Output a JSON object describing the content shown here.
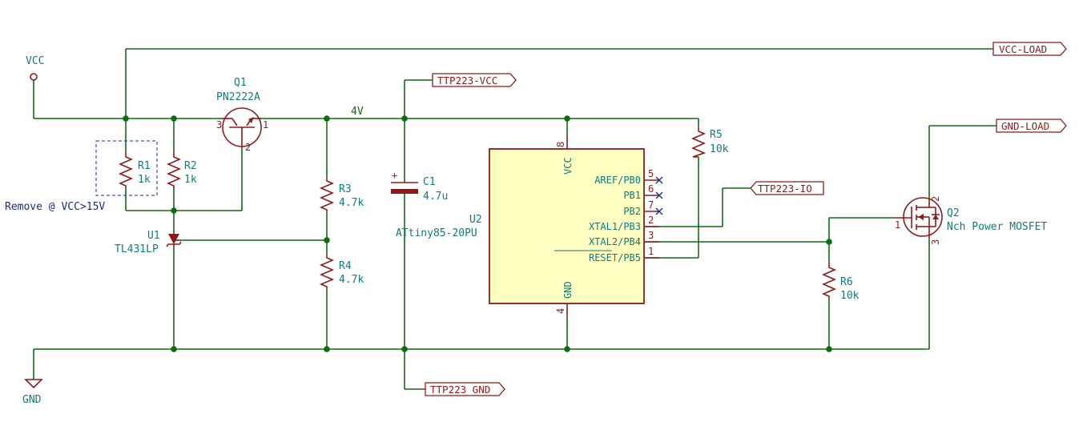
{
  "power": {
    "vcc": "VCC",
    "gnd": "GND"
  },
  "global_labels": {
    "vcc_load": "VCC-LOAD",
    "gnd_load": "GND-LOAD",
    "ttp_vcc": "TTP223-VCC",
    "ttp_io": "TTP223-IO",
    "ttp_gnd": "TTP223_GND"
  },
  "net_label_4v": "4V",
  "note": "Remove @ VCC>15V",
  "components": {
    "q1": {
      "ref": "Q1",
      "value": "PN2222A",
      "pin_c": "3",
      "pin_e": "1",
      "pin_b": "2"
    },
    "r1": {
      "ref": "R1",
      "value": "1k"
    },
    "r2": {
      "ref": "R2",
      "value": "1k"
    },
    "r3": {
      "ref": "R3",
      "value": "4.7k"
    },
    "r4": {
      "ref": "R4",
      "value": "4.7k"
    },
    "r5": {
      "ref": "R5",
      "value": "10k"
    },
    "r6": {
      "ref": "R6",
      "value": "10k"
    },
    "c1": {
      "ref": "C1",
      "value": "4.7u",
      "polarity": "+"
    },
    "u1": {
      "ref": "U1",
      "value": "TL431LP"
    },
    "u2": {
      "ref": "U2",
      "value": "ATtiny85-20PU",
      "vcc_pin_name": "VCC",
      "vcc_pin_num": "8",
      "gnd_pin_name": "GND",
      "gnd_pin_num": "4",
      "pins": [
        {
          "name": "AREF/PB0",
          "num": "5"
        },
        {
          "name": "PB1",
          "num": "6"
        },
        {
          "name": "PB2",
          "num": "7"
        },
        {
          "name": "XTAL1/PB3",
          "num": "2"
        },
        {
          "name": "XTAL2/PB4",
          "num": "3"
        },
        {
          "name": "RESET/PB5",
          "num": "1"
        }
      ]
    },
    "q2": {
      "ref": "Q2",
      "value": "Nch Power MOSFET",
      "pin_g": "1",
      "pin_d": "2",
      "pin_s": "3"
    }
  }
}
